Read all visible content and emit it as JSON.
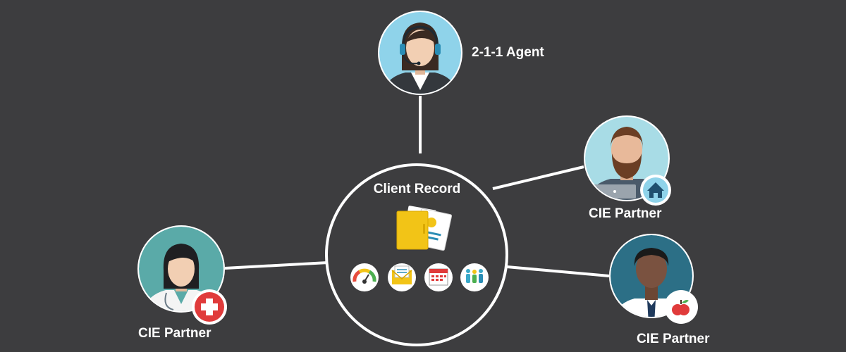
{
  "diagram": {
    "hub": {
      "title": "Client Record",
      "icons": [
        "gauge-icon",
        "envelope-icon",
        "calendar-icon",
        "family-icon"
      ]
    },
    "nodes": [
      {
        "id": "agent",
        "label": "2-1-1 Agent",
        "avatar": "call-center-agent-avatar"
      },
      {
        "id": "housing",
        "label": "CIE Partner",
        "avatar": "bearded-man-avatar",
        "badge_icon": "house-icon"
      },
      {
        "id": "health",
        "label": "CIE Partner",
        "avatar": "doctor-avatar",
        "badge_icon": "medical-cross-icon"
      },
      {
        "id": "education",
        "label": "CIE Partner",
        "avatar": "man-in-tie-avatar",
        "badge_icon": "apple-icon"
      }
    ]
  },
  "colors": {
    "background": "#3d3d3f",
    "lines": "#ffffff",
    "folder": "#f2c417",
    "badge_health": "#e03b3b",
    "badge_housing": "#8fd3ea"
  }
}
